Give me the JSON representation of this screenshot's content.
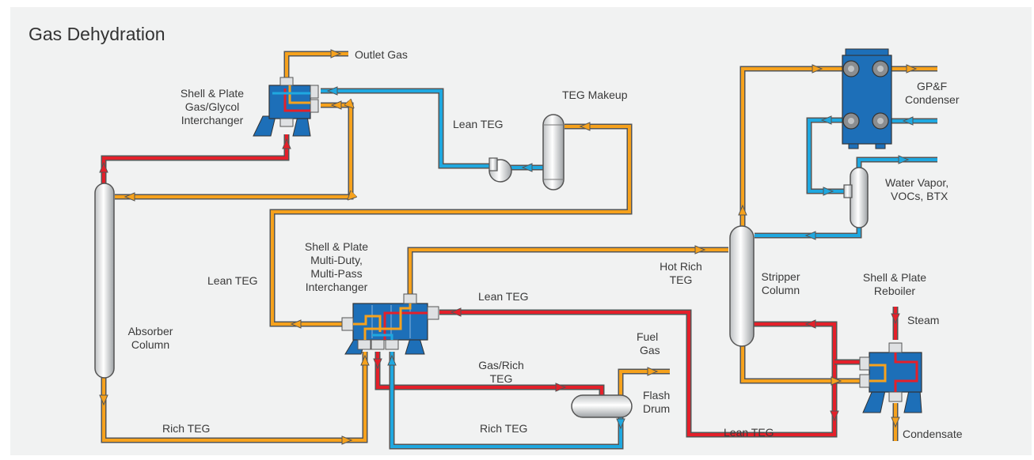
{
  "title": "Gas Dehydration",
  "labels": {
    "outlet_gas": "Outlet Gas",
    "gas_glycol_interchanger": [
      "Shell & Plate",
      "Gas/Glycol",
      "Interchanger"
    ],
    "teg_makeup": "TEG Makeup",
    "lean_teg_top": "Lean TEG",
    "gpf_condenser": [
      "GP&F",
      "Condenser"
    ],
    "water_vapor": [
      "Water Vapor,",
      "VOCs, BTX"
    ],
    "lean_teg_left": "Lean TEG",
    "multi_duty_interchanger": [
      "Shell & Plate",
      "Multi-Duty,",
      "Multi-Pass",
      "Interchanger"
    ],
    "hot_rich_teg": [
      "Hot Rich",
      "TEG"
    ],
    "stripper_column": [
      "Stripper",
      "Column"
    ],
    "reboiler": [
      "Shell & Plate",
      "Reboiler"
    ],
    "steam": "Steam",
    "lean_teg_middle": "Lean TEG",
    "absorber_column": [
      "Absorber",
      "Column"
    ],
    "fuel_gas": [
      "Fuel",
      "Gas"
    ],
    "gas_rich_teg": [
      "Gas/Rich",
      "TEG"
    ],
    "flash_drum": [
      "Flash",
      "Drum"
    ],
    "rich_teg_left": "Rich TEG",
    "rich_teg_bottom": "Rich TEG",
    "lean_teg_bottom": "Lean TEG",
    "condensate": "Condensate"
  },
  "colors": {
    "hot_stream": "#e4202a",
    "warm_stream": "#f6a21d",
    "cool_stream": "#1fa8e0",
    "exchanger_body": "#1d6fb8",
    "background": "#f1f2f2"
  }
}
